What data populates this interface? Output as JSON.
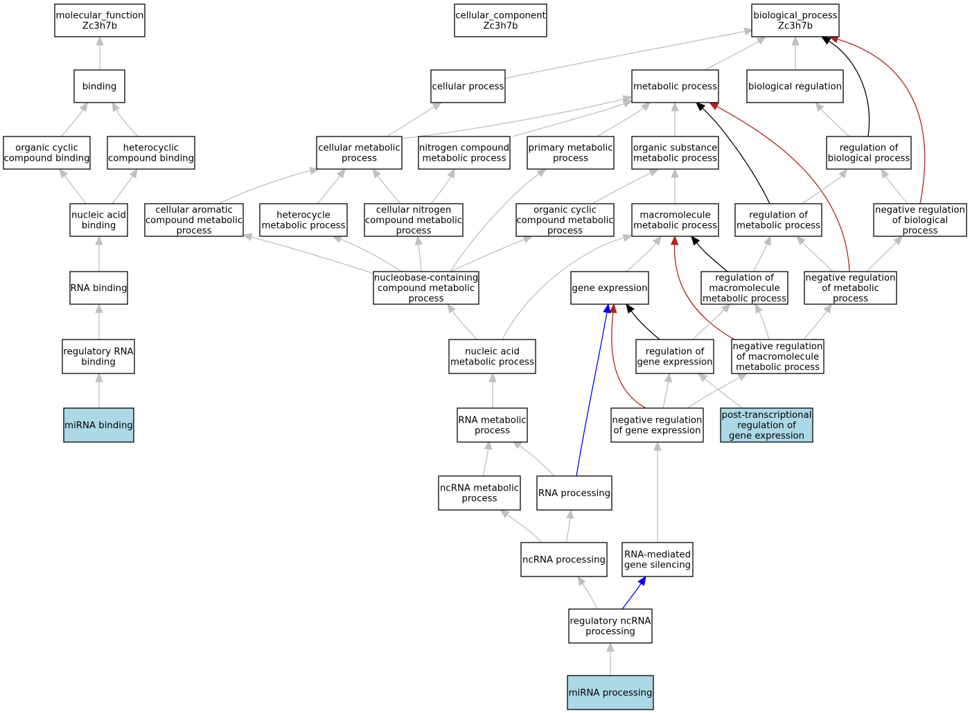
{
  "colors": {
    "node_fill": "#ffffff",
    "highlight_fill": "#add8e6",
    "node_border": "#000000",
    "edge_is_a": "#c0c0c0",
    "edge_regulates": "#000000",
    "edge_negatively_regulates": "#b22222",
    "edge_part_of": "#0000ff"
  },
  "nodes": [
    {
      "id": "mf",
      "lines": [
        "molecular_function",
        "Zc3h7b"
      ],
      "highlight": false
    },
    {
      "id": "cc",
      "lines": [
        "cellular_component",
        "Zc3h7b"
      ],
      "highlight": false
    },
    {
      "id": "bp",
      "lines": [
        "biological_process",
        "Zc3h7b"
      ],
      "highlight": false
    },
    {
      "id": "binding",
      "lines": [
        "binding"
      ],
      "highlight": false
    },
    {
      "id": "cellproc",
      "lines": [
        "cellular process"
      ],
      "highlight": false
    },
    {
      "id": "metproc",
      "lines": [
        "metabolic process"
      ],
      "highlight": false
    },
    {
      "id": "bioreg",
      "lines": [
        "biological regulation"
      ],
      "highlight": false
    },
    {
      "id": "ocb",
      "lines": [
        "organic cyclic",
        "compound binding"
      ],
      "highlight": false
    },
    {
      "id": "hcb",
      "lines": [
        "heterocyclic",
        "compound binding"
      ],
      "highlight": false
    },
    {
      "id": "cmp",
      "lines": [
        "cellular metabolic",
        "process"
      ],
      "highlight": false
    },
    {
      "id": "ncmp",
      "lines": [
        "nitrogen compound",
        "metabolic process"
      ],
      "highlight": false
    },
    {
      "id": "pmp",
      "lines": [
        "primary metabolic",
        "process"
      ],
      "highlight": false
    },
    {
      "id": "osmp",
      "lines": [
        "organic substance",
        "metabolic process"
      ],
      "highlight": false
    },
    {
      "id": "rbp",
      "lines": [
        "regulation of",
        "biological process"
      ],
      "highlight": false
    },
    {
      "id": "nab",
      "lines": [
        "nucleic acid",
        "binding"
      ],
      "highlight": false
    },
    {
      "id": "cacmp",
      "lines": [
        "cellular aromatic",
        "compound metabolic",
        "process"
      ],
      "highlight": false
    },
    {
      "id": "hmp",
      "lines": [
        "heterocycle",
        "metabolic process"
      ],
      "highlight": false
    },
    {
      "id": "cncmp",
      "lines": [
        "cellular nitrogen",
        "compound metabolic",
        "process"
      ],
      "highlight": false
    },
    {
      "id": "occmp",
      "lines": [
        "organic cyclic",
        "compound metabolic",
        "process"
      ],
      "highlight": false
    },
    {
      "id": "mmp",
      "lines": [
        "macromolecule",
        "metabolic process"
      ],
      "highlight": false
    },
    {
      "id": "rmp",
      "lines": [
        "regulation of",
        "metabolic process"
      ],
      "highlight": false
    },
    {
      "id": "nrbp",
      "lines": [
        "negative regulation",
        "of biological",
        "process"
      ],
      "highlight": false
    },
    {
      "id": "rnab",
      "lines": [
        "RNA binding"
      ],
      "highlight": false
    },
    {
      "id": "nccmp",
      "lines": [
        "nucleobase-containing",
        "compound metabolic",
        "process"
      ],
      "highlight": false
    },
    {
      "id": "ge",
      "lines": [
        "gene expression"
      ],
      "highlight": false
    },
    {
      "id": "rmmp",
      "lines": [
        "regulation of",
        "macromolecule",
        "metabolic process"
      ],
      "highlight": false
    },
    {
      "id": "nrmp",
      "lines": [
        "negative regulation",
        "of metabolic",
        "process"
      ],
      "highlight": false
    },
    {
      "id": "rrnab",
      "lines": [
        "regulatory RNA",
        "binding"
      ],
      "highlight": false
    },
    {
      "id": "namp",
      "lines": [
        "nucleic acid",
        "metabolic process"
      ],
      "highlight": false
    },
    {
      "id": "rge",
      "lines": [
        "regulation of",
        "gene expression"
      ],
      "highlight": false
    },
    {
      "id": "nrmmp",
      "lines": [
        "negative regulation",
        "of macromolecule",
        "metabolic process"
      ],
      "highlight": false
    },
    {
      "id": "mirnab",
      "lines": [
        "miRNA binding"
      ],
      "highlight": true
    },
    {
      "id": "rnamp",
      "lines": [
        "RNA metabolic",
        "process"
      ],
      "highlight": false
    },
    {
      "id": "nrge",
      "lines": [
        "negative regulation",
        "of gene expression"
      ],
      "highlight": false
    },
    {
      "id": "ptrge",
      "lines": [
        "post-transcriptional",
        "regulation of",
        "gene expression"
      ],
      "highlight": true
    },
    {
      "id": "ncrnamp",
      "lines": [
        "ncRNA metabolic",
        "process"
      ],
      "highlight": false
    },
    {
      "id": "rnaproc",
      "lines": [
        "RNA processing"
      ],
      "highlight": false
    },
    {
      "id": "ncrnaproc",
      "lines": [
        "ncRNA processing"
      ],
      "highlight": false
    },
    {
      "id": "rmgs",
      "lines": [
        "RNA-mediated",
        "gene silencing"
      ],
      "highlight": false
    },
    {
      "id": "rncrnap",
      "lines": [
        "regulatory ncRNA",
        "processing"
      ],
      "highlight": false
    },
    {
      "id": "mirnap",
      "lines": [
        "miRNA processing"
      ],
      "highlight": true
    }
  ],
  "edges": [
    {
      "from": "binding",
      "to": "mf",
      "type": "is_a"
    },
    {
      "from": "cellproc",
      "to": "bp",
      "type": "is_a"
    },
    {
      "from": "metproc",
      "to": "bp",
      "type": "is_a"
    },
    {
      "from": "bioreg",
      "to": "bp",
      "type": "is_a"
    },
    {
      "from": "rbp",
      "to": "bp",
      "type": "regulates"
    },
    {
      "from": "nrbp",
      "to": "bp",
      "type": "negatively_regulates"
    },
    {
      "from": "ocb",
      "to": "binding",
      "type": "is_a"
    },
    {
      "from": "hcb",
      "to": "binding",
      "type": "is_a"
    },
    {
      "from": "cmp",
      "to": "cellproc",
      "type": "is_a"
    },
    {
      "from": "cmp",
      "to": "metproc",
      "type": "is_a"
    },
    {
      "from": "ncmp",
      "to": "metproc",
      "type": "is_a"
    },
    {
      "from": "pmp",
      "to": "metproc",
      "type": "is_a"
    },
    {
      "from": "osmp",
      "to": "metproc",
      "type": "is_a"
    },
    {
      "from": "rmp",
      "to": "metproc",
      "type": "regulates"
    },
    {
      "from": "nrmp",
      "to": "metproc",
      "type": "negatively_regulates"
    },
    {
      "from": "rbp",
      "to": "bioreg",
      "type": "is_a"
    },
    {
      "from": "nab",
      "to": "ocb",
      "type": "is_a"
    },
    {
      "from": "nab",
      "to": "hcb",
      "type": "is_a"
    },
    {
      "from": "cacmp",
      "to": "cmp",
      "type": "is_a"
    },
    {
      "from": "hmp",
      "to": "cmp",
      "type": "is_a"
    },
    {
      "from": "cncmp",
      "to": "cmp",
      "type": "is_a"
    },
    {
      "from": "cncmp",
      "to": "ncmp",
      "type": "is_a"
    },
    {
      "from": "nccmp",
      "to": "pmp",
      "type": "is_a"
    },
    {
      "from": "occmp",
      "to": "osmp",
      "type": "is_a"
    },
    {
      "from": "mmp",
      "to": "osmp",
      "type": "is_a"
    },
    {
      "from": "rmp",
      "to": "rbp",
      "type": "is_a"
    },
    {
      "from": "nrbp",
      "to": "rbp",
      "type": "is_a"
    },
    {
      "from": "rnab",
      "to": "nab",
      "type": "is_a"
    },
    {
      "from": "nccmp",
      "to": "cacmp",
      "type": "is_a"
    },
    {
      "from": "nccmp",
      "to": "hmp",
      "type": "is_a"
    },
    {
      "from": "nccmp",
      "to": "cncmp",
      "type": "is_a"
    },
    {
      "from": "nccmp",
      "to": "occmp",
      "type": "is_a"
    },
    {
      "from": "ge",
      "to": "mmp",
      "type": "is_a"
    },
    {
      "from": "namp",
      "to": "mmp",
      "type": "is_a"
    },
    {
      "from": "rmmp",
      "to": "mmp",
      "type": "regulates"
    },
    {
      "from": "nrmmp",
      "to": "mmp",
      "type": "negatively_regulates"
    },
    {
      "from": "rmmp",
      "to": "rmp",
      "type": "is_a"
    },
    {
      "from": "nrmp",
      "to": "rmp",
      "type": "is_a"
    },
    {
      "from": "nrmp",
      "to": "nrbp",
      "type": "is_a"
    },
    {
      "from": "rrnab",
      "to": "rnab",
      "type": "is_a"
    },
    {
      "from": "namp",
      "to": "nccmp",
      "type": "is_a"
    },
    {
      "from": "rge",
      "to": "ge",
      "type": "regulates"
    },
    {
      "from": "nrge",
      "to": "ge",
      "type": "negatively_regulates"
    },
    {
      "from": "rnaproc",
      "to": "ge",
      "type": "part_of"
    },
    {
      "from": "rge",
      "to": "rmmp",
      "type": "is_a"
    },
    {
      "from": "nrmmp",
      "to": "rmmp",
      "type": "is_a"
    },
    {
      "from": "nrmmp",
      "to": "nrmp",
      "type": "is_a"
    },
    {
      "from": "mirnab",
      "to": "rrnab",
      "type": "is_a"
    },
    {
      "from": "rnamp",
      "to": "namp",
      "type": "is_a"
    },
    {
      "from": "nrge",
      "to": "rge",
      "type": "is_a"
    },
    {
      "from": "nrge",
      "to": "nrmmp",
      "type": "is_a"
    },
    {
      "from": "ptrge",
      "to": "rge",
      "type": "is_a"
    },
    {
      "from": "ncrnamp",
      "to": "rnamp",
      "type": "is_a"
    },
    {
      "from": "rnaproc",
      "to": "rnamp",
      "type": "is_a"
    },
    {
      "from": "rmgs",
      "to": "nrge",
      "type": "is_a"
    },
    {
      "from": "ncrnaproc",
      "to": "ncrnamp",
      "type": "is_a"
    },
    {
      "from": "ncrnaproc",
      "to": "rnaproc",
      "type": "is_a"
    },
    {
      "from": "rncrnap",
      "to": "ncrnaproc",
      "type": "is_a"
    },
    {
      "from": "rncrnap",
      "to": "rmgs",
      "type": "part_of"
    },
    {
      "from": "mirnap",
      "to": "rncrnap",
      "type": "is_a"
    }
  ]
}
